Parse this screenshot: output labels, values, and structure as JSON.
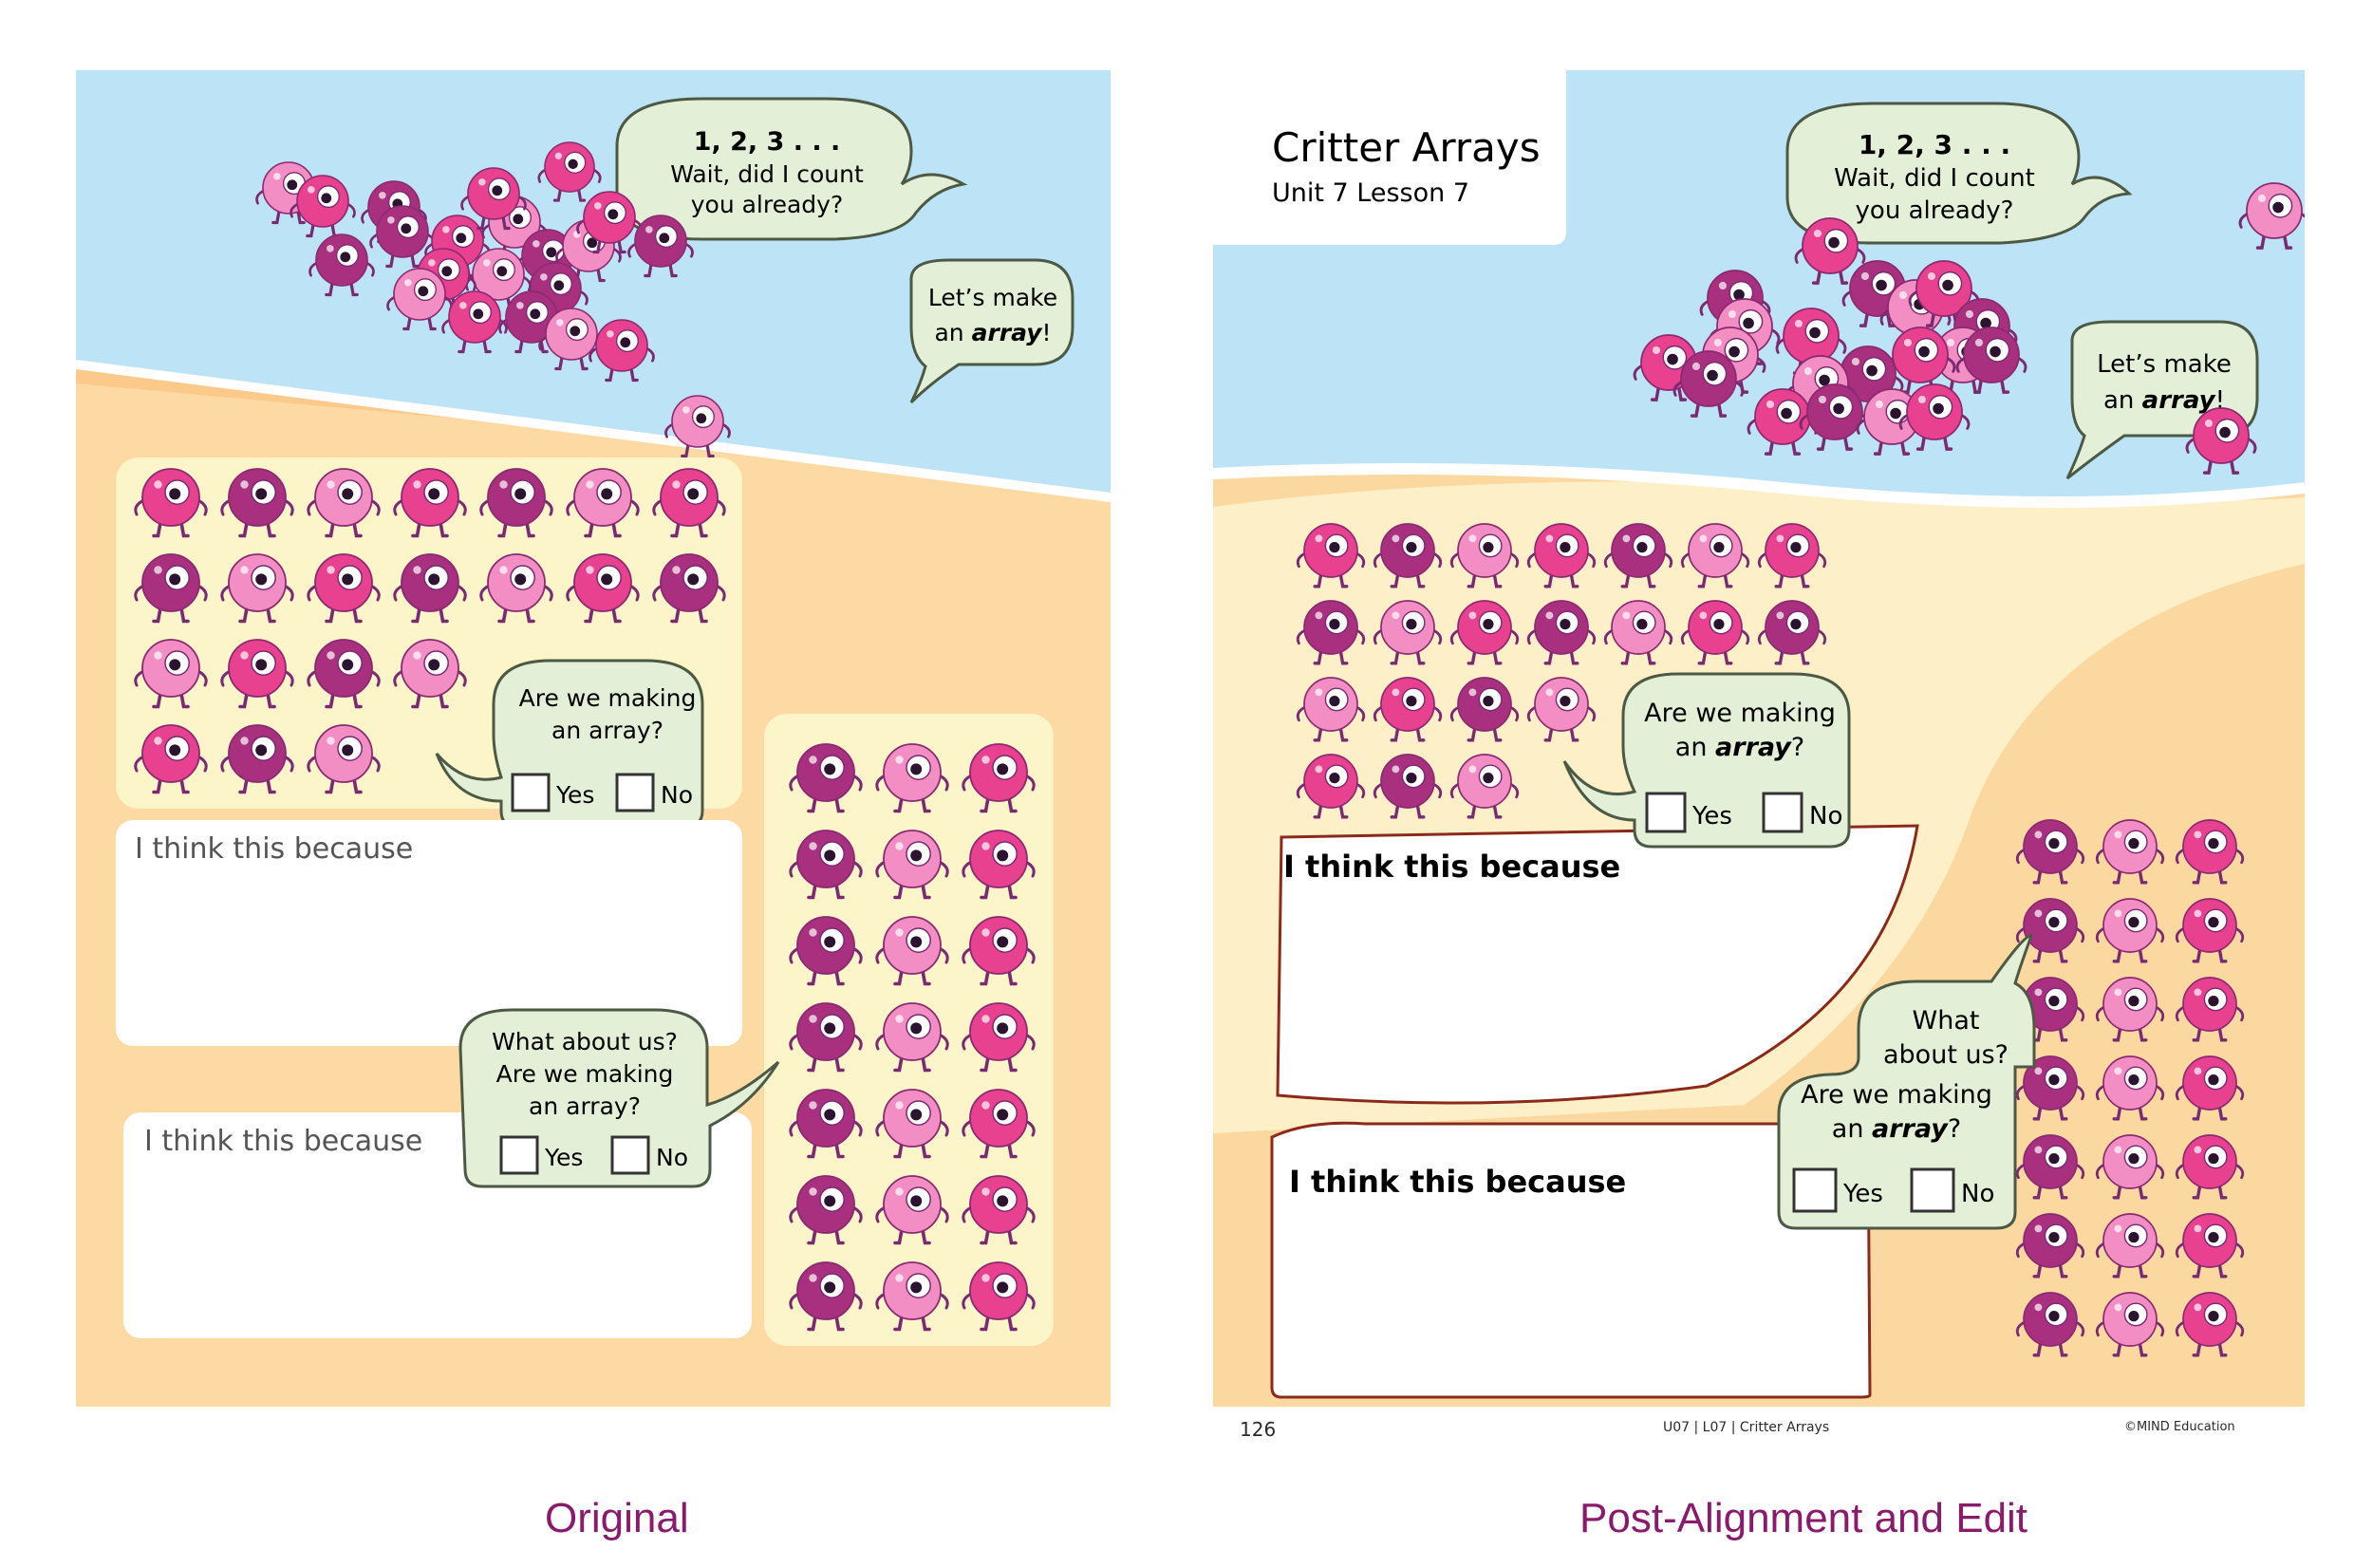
{
  "left": {
    "speech_count": [
      "1, 2, 3 . . .",
      "Wait, did I count",
      "you already?"
    ],
    "speech_array": [
      "Let’s make",
      "an ",
      "array",
      "!"
    ],
    "question1": {
      "lines": [
        "Are we making",
        "an array?"
      ],
      "yes_label": "Yes",
      "no_label": "No"
    },
    "think_label_1": "I think this because",
    "question2": {
      "lines": [
        "What about us?",
        "Are we making",
        "an array?"
      ],
      "yes_label": "Yes",
      "no_label": "No"
    },
    "think_label_2": "I think this because",
    "caption": "Original"
  },
  "right": {
    "title": "Critter Arrays",
    "subtitle": "Unit 7 Lesson 7",
    "speech_count": [
      "1, 2, 3 . . .",
      "Wait, did I count",
      "you already?"
    ],
    "speech_array": [
      "Let’s make",
      "an ",
      "array",
      "!"
    ],
    "question1": {
      "lines": [
        "Are we making",
        "an ",
        "array",
        "?"
      ],
      "yes_label": "Yes",
      "no_label": "No"
    },
    "think_label_1": "I think this because",
    "question2": {
      "lines": [
        "What",
        "about us?",
        "Are we making",
        "an ",
        "array",
        "?"
      ],
      "yes_label": "Yes",
      "no_label": "No"
    },
    "think_label_2": "I think this because",
    "footer": {
      "page_number": "126",
      "center": "U07  |  L07  |  Critter Arrays",
      "copyright": "©MIND Education"
    },
    "caption": "Post-Alignment and Edit"
  },
  "colors": {
    "sky": "#bde3f6",
    "sand_light": "#fde7c0",
    "sand_dark": "#fbc98a",
    "pale_yellow": "#fbf5c9",
    "bubble_fill": "#e3efd6",
    "bubble_stroke": "#4c5a45",
    "critter_dark": "#a8307f",
    "critter_mid": "#e8418f",
    "critter_light": "#f28ec4",
    "caption": "#8a1a6b"
  },
  "icons": [
    "critter-icon",
    "checkbox-icon"
  ]
}
